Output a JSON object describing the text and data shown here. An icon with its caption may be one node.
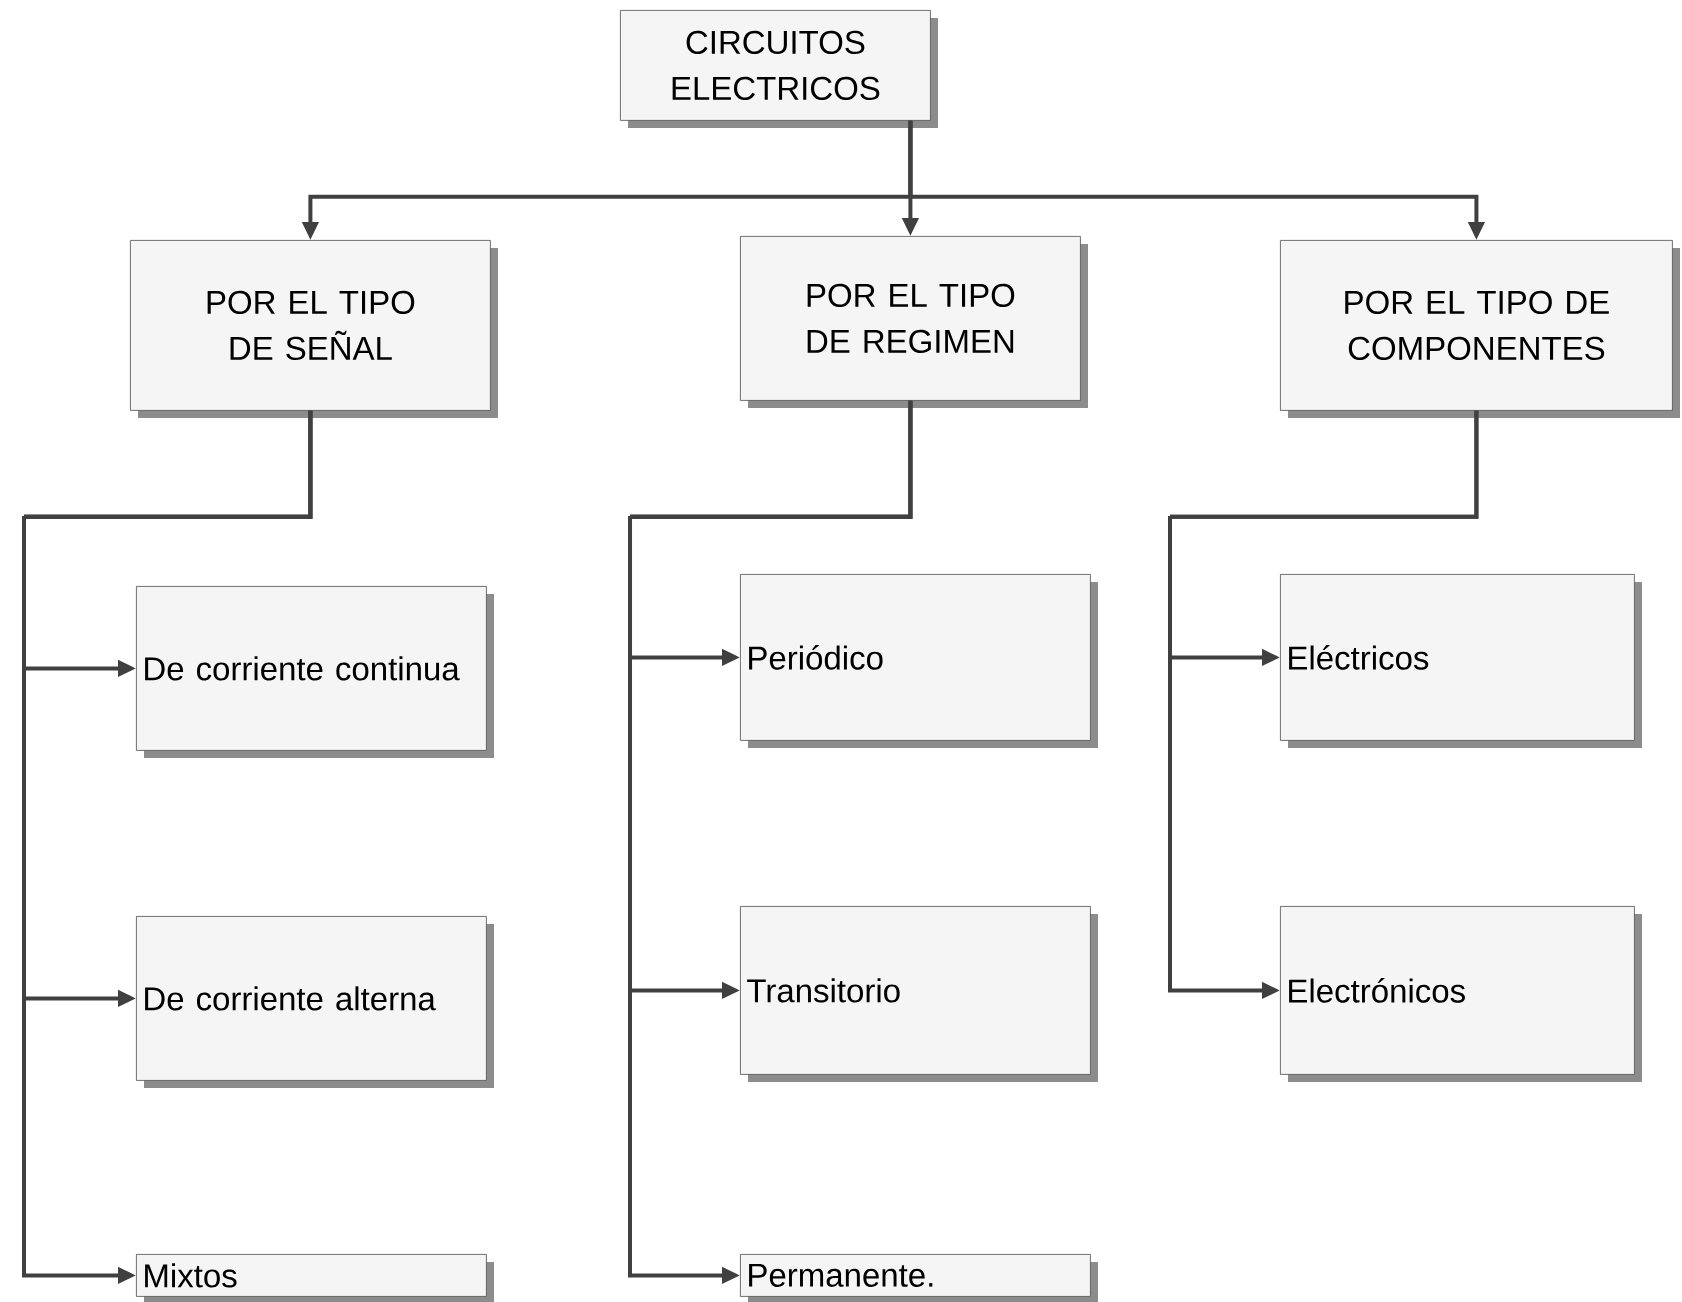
{
  "diagram": {
    "nodes": [
      {
        "text": [
          "CIRCUITOS ELECTRICOS"
        ]
      },
      {
        "text": [
          "POR EL TIPO DE SEÑAL"
        ]
      },
      {
        "text": [
          "POR EL TIPO DE REGIMEN"
        ]
      },
      {
        "text": [
          "POR EL TIPO DE COMPONENTES"
        ]
      },
      {
        "text": [
          "De corriente continua"
        ]
      },
      {
        "text": [
          "De corriente alterna"
        ]
      },
      {
        "text": [
          "Mixtos"
        ]
      },
      {
        "text": [
          "Periódico"
        ]
      },
      {
        "text": [
          "Transitorio"
        ]
      },
      {
        "text": [
          "Permanente."
        ]
      },
      {
        "text": [
          "Eléctricos"
        ]
      },
      {
        "text": [
          "Electrónicos"
        ]
      }
    ],
    "edges": [
      {
        "from": 0,
        "to": 1,
        "arrow": "to"
      },
      {
        "from": 0,
        "to": 2,
        "arrow": "to"
      },
      {
        "from": 0,
        "to": 3,
        "arrow": "to"
      },
      {
        "from": 1,
        "to": 4,
        "arrow": "to"
      },
      {
        "from": 1,
        "to": 5,
        "arrow": "to"
      },
      {
        "from": 1,
        "to": 6,
        "arrow": "to"
      },
      {
        "from": 2,
        "to": 7,
        "arrow": "to"
      },
      {
        "from": 2,
        "to": 8,
        "arrow": "to"
      },
      {
        "from": 2,
        "to": 9,
        "arrow": "to"
      },
      {
        "from": 3,
        "to": 10,
        "arrow": "to"
      },
      {
        "from": 3,
        "to": 11,
        "arrow": "to"
      }
    ]
  }
}
